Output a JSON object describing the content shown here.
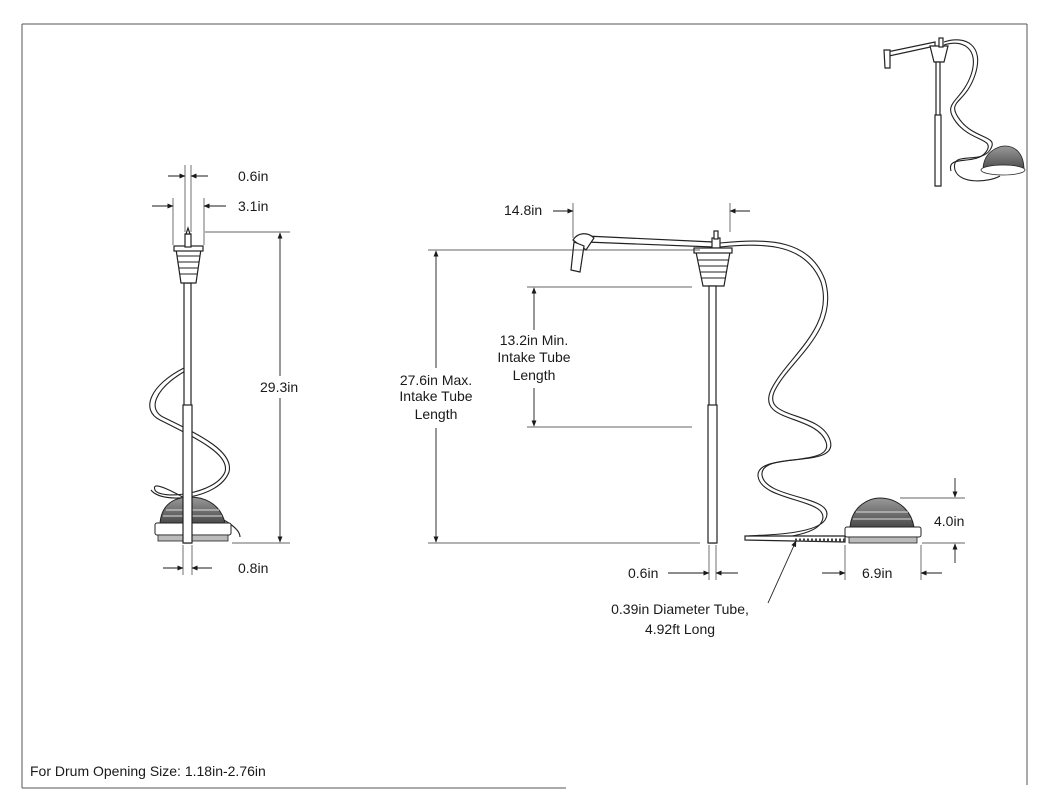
{
  "dimensions": {
    "left_view": {
      "top_width": "0.6in",
      "head_width": "3.1in",
      "height": "29.3in",
      "base_width": "0.8in"
    },
    "right_view": {
      "spout_length": "14.8in",
      "max_intake": [
        "27.6in Max.",
        "Intake Tube",
        "Length"
      ],
      "min_intake": [
        "13.2in Min.",
        "Intake Tube",
        "Length"
      ],
      "tube_diameter": "0.6in",
      "foot_height": "4.0in",
      "foot_width": "6.9in",
      "hose_note": [
        "0.39in Diameter Tube,",
        "4.92ft Long"
      ]
    }
  },
  "footer": {
    "note": "For Drum Opening Size: 1.18in-2.76in"
  },
  "colors": {
    "line": "#1a1a1a",
    "foot_fill": "#6f6f6f",
    "frame": "#555555"
  }
}
